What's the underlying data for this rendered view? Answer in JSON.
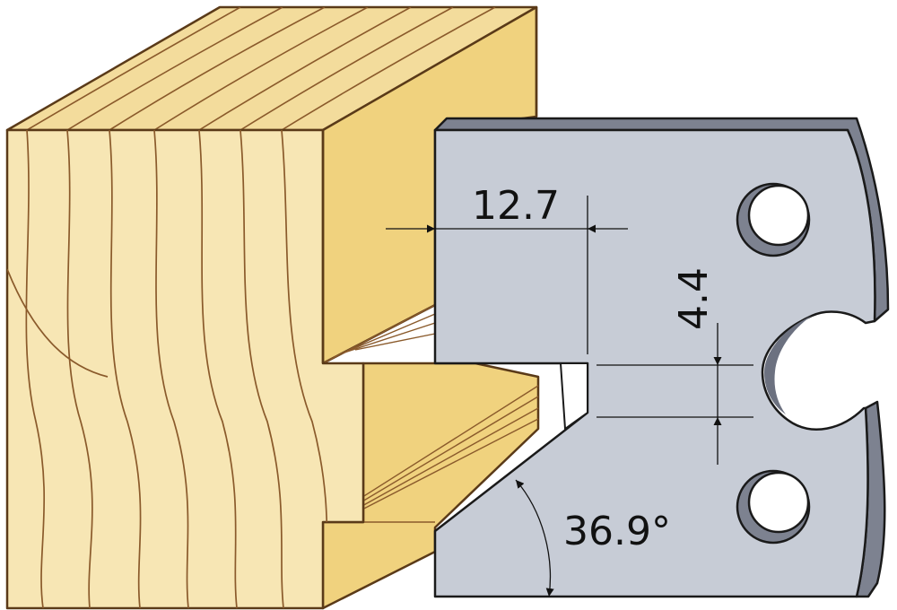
{
  "dimensions": {
    "width_label": "12.7",
    "height_label": "4.4",
    "angle_label": "36.9°"
  },
  "colors": {
    "wood_front": "#f7e6b4",
    "wood_top": "#f3dc9c",
    "wood_side": "#f0d27e",
    "wood_grain": "#8a5a2b",
    "wood_outline": "#5a3a18",
    "steel_face": "#c7ccd6",
    "steel_edge": "#7d8290",
    "steel_outline": "#1a1a1a",
    "hole_shadow": "#6c7180",
    "dimension_line": "#111111"
  }
}
